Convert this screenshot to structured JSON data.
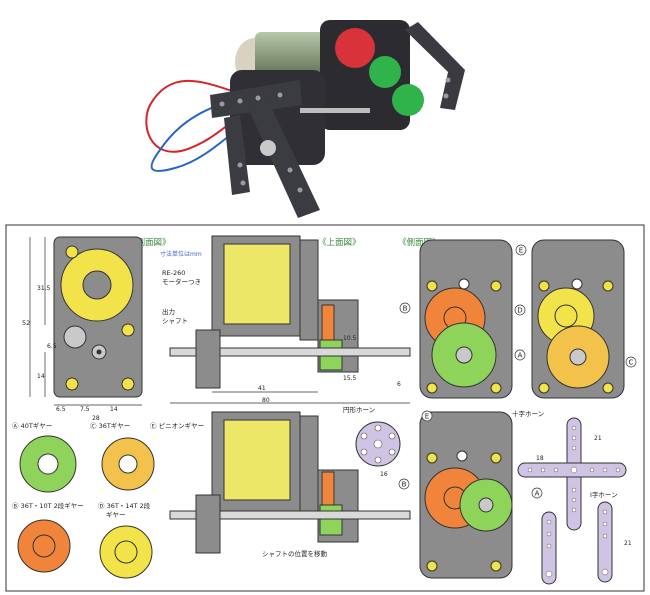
{
  "headings": {
    "side_left": "《側面図》",
    "top_view": "《上面図》",
    "side_right": "《側面図》"
  },
  "notes": {
    "unit": "寸法単位はmm",
    "motor_line1": "RE-260",
    "motor_line2": "モーターつき",
    "shaft_line1": "出力",
    "shaft_line2": "シャフト",
    "shaft_move": "シャフトの位置を移動",
    "round_horn": "円形ホーン",
    "cross_horn": "十字ホーン",
    "i_horn": "I字ホーン"
  },
  "dimensions": {
    "d52": "52",
    "d31_5": "31.5",
    "d14": "14",
    "d6_5a": "6.5",
    "d6_5b": "6.5",
    "d7_5": "7.5",
    "d14b": "14",
    "d28": "28",
    "d10_5": "10.5",
    "d15_5": "15.5",
    "d41": "41",
    "d80": "80",
    "d6": "6",
    "d16": "16",
    "d18": "18",
    "d21a": "21",
    "d21b": "21"
  },
  "gear_labels": {
    "A": "Ⓐ 40Tギヤー",
    "B": "Ⓑ 36T・10T 2段ギヤー",
    "C": "Ⓒ 36Tギヤー",
    "D_line1": "Ⓓ 36T・14T 2段",
    "D_line2": "ギヤー",
    "E": "Ⓔ ピニオンギヤー"
  },
  "circle_marks": {
    "A1": "A",
    "B1": "B",
    "C1": "C",
    "D1": "D",
    "E1": "E",
    "E2": "E",
    "B2": "B",
    "A2": "A"
  },
  "colors": {
    "green": "#8ed35a",
    "orange": "#f0843a",
    "yellow": "#f2e34a",
    "gray": "#8c8c8c",
    "motor_yellow": "#ece766",
    "horn_lavender": "#cfc4e4"
  }
}
